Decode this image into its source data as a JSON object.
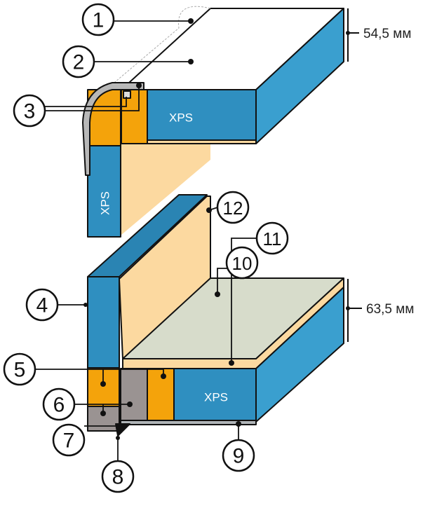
{
  "materials": {
    "xps": "XPS"
  },
  "dimensions": {
    "top": "54,5 мм",
    "bottom": "63,5 мм"
  },
  "callouts": [
    "1",
    "2",
    "3",
    "4",
    "5",
    "6",
    "7",
    "8",
    "9",
    "10",
    "11",
    "12"
  ],
  "colors": {
    "xps_blue": "#2f8fc0",
    "xps_side": "#3a9fcf",
    "orange": "#f4a30b",
    "beige": "#fcd9a0",
    "floor": "#d7dccb",
    "gray": "#9a9392"
  }
}
